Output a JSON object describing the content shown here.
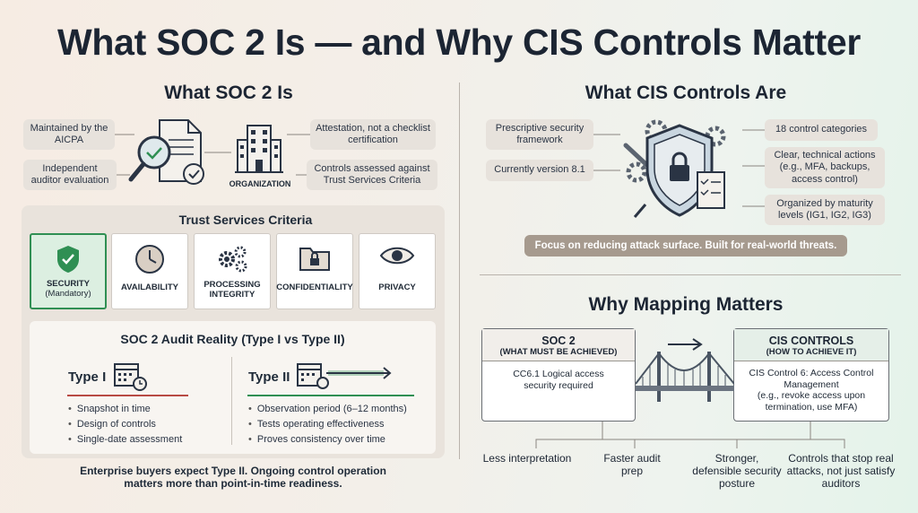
{
  "title": "What SOC 2 Is — and Why CIS Controls Matter",
  "soc2": {
    "heading": "What SOC 2 Is",
    "maintained": "Maintained by the AICPA",
    "independent": "Independent auditor evaluation",
    "attestation": "Attestation, not a checklist certification",
    "controls_assessed": "Controls assessed against Trust Services Criteria",
    "org_label": "ORGANIZATION",
    "tsc_title": "Trust Services Criteria",
    "tsc": [
      {
        "label": "SECURITY",
        "sub": "(Mandatory)"
      },
      {
        "label": "AVAILABILITY",
        "sub": ""
      },
      {
        "label": "PROCESSING",
        "sub": "INTEGRITY"
      },
      {
        "label": "CONFIDENTIALITY",
        "sub": ""
      },
      {
        "label": "PRIVACY",
        "sub": ""
      }
    ],
    "audit_title": "SOC 2 Audit Reality (Type I vs Type II)",
    "type1": {
      "label": "Type I",
      "bullets": [
        "Snapshot in time",
        "Design of controls",
        "Single-date assessment"
      ]
    },
    "type2": {
      "label": "Type II",
      "bullets": [
        "Observation period (6–12 months)",
        "Tests operating effectiveness",
        "Proves consistency over time"
      ]
    },
    "footer_line1": "Enterprise buyers expect Type II. Ongoing control operation",
    "footer_line2": "matters more than point-in-time readiness."
  },
  "cis": {
    "heading": "What CIS Controls Are",
    "prescriptive": "Prescriptive security framework",
    "version": "Currently version 8.1",
    "categories": "18 control categories",
    "actions": "Clear, technical actions (e.g., MFA, backups, access control)",
    "maturity": "Organized by maturity levels (IG1, IG2, IG3)",
    "focus": "Focus on reducing attack surface. Built for real-world threats."
  },
  "mapping": {
    "heading": "Why Mapping Matters",
    "left": {
      "title": "SOC 2",
      "sub": "(WHAT MUST BE ACHIEVED)",
      "body": "CC6.1 Logical access security required"
    },
    "right": {
      "title": "CIS CONTROLS",
      "sub": "(HOW TO ACHIEVE IT)",
      "body1": "CIS Control 6: Access Control Management",
      "body2": "(e.g., revoke access upon termination, use MFA)"
    },
    "benefits": [
      "Less interpretation",
      "Faster audit prep",
      "Stronger, defensible security posture",
      "Controls that stop real attacks, not just satisfy auditors"
    ]
  },
  "colors": {
    "accent_green": "#2f8f53",
    "accent_red": "#b84a44",
    "pill": "#e7e2dc"
  }
}
